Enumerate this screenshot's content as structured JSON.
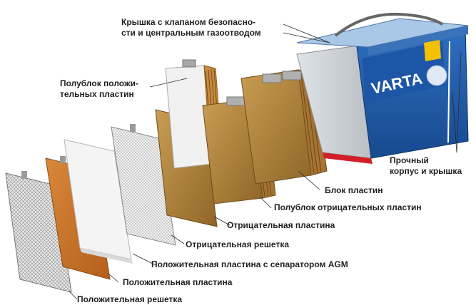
{
  "brand_text": "VARTA",
  "brand_colors": {
    "blue": "#1d56a6",
    "light_blue": "#a9c7e6",
    "yellow": "#f2c200",
    "plate": "#b8893e",
    "orange": "#c8752a"
  },
  "labels": {
    "lid": "Крышка с клапаном безопасно-\nсти и центральным газоотводом",
    "positive_half_block": "Полублок положи-\nтельных пластин",
    "case": "Прочный\nкорпус и крышка",
    "plate_block": "Блок пластин",
    "negative_half_block": "Полублок отрицательных пластин",
    "negative_plate": "Отрицательная пластина",
    "negative_grid": "Отрицательная решетка",
    "positive_plate_agm": "Положительная пластина с сепаратором AGM",
    "positive_plate": "Положительная пластина",
    "positive_grid": "Положительная решетка"
  }
}
